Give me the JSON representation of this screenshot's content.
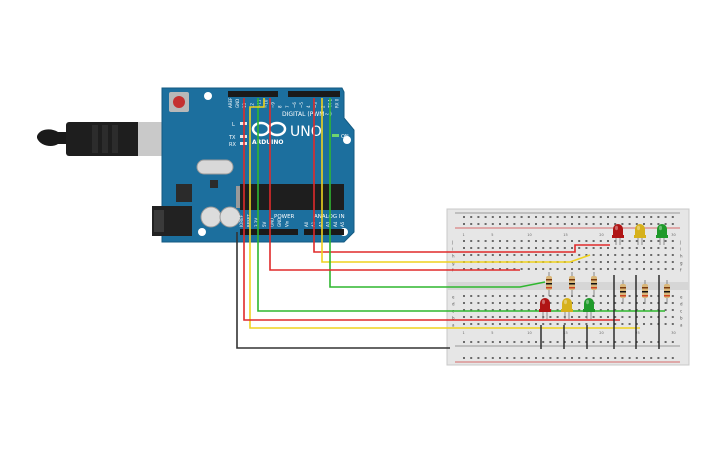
{
  "board": {
    "uno_text": "UNO",
    "brand_text": "ARDUINO",
    "digital_label": "DIGITAL (PWM~)",
    "power_label": "POWER",
    "analog_label": "ANALOG IN",
    "on_label": "ON",
    "led_labels": [
      "L",
      "TX",
      "RX"
    ],
    "digital_pins": [
      "AREF",
      "GND",
      "13",
      "12",
      "~11",
      "~10",
      "~9",
      "8",
      "7",
      "~6",
      "~5",
      "4",
      "~3",
      "2",
      "TX 1",
      "RX 0"
    ],
    "power_pins": [
      "IOREF",
      "RESET",
      "3.3V",
      "5V",
      "GND",
      "GND",
      "Vin"
    ],
    "analog_pins": [
      "A0",
      "A1",
      "A2",
      "A3",
      "A4",
      "A5"
    ]
  },
  "breadboard": {
    "row_letters_top": [
      "j",
      "i",
      "h",
      "g",
      "f"
    ],
    "row_letters_bottom": [
      "e",
      "d",
      "c",
      "b",
      "a"
    ],
    "column_numbers": [
      "1",
      "5",
      "10",
      "15",
      "20",
      "25",
      "30"
    ]
  },
  "components": {
    "leds_top": [
      {
        "name": "led-red-top",
        "color": "#b01515"
      },
      {
        "name": "led-yellow-top",
        "color": "#d6b11c"
      },
      {
        "name": "led-green-top",
        "color": "#1f9a2a"
      }
    ],
    "leds_bottom": [
      {
        "name": "led-red-bottom",
        "color": "#b01515"
      },
      {
        "name": "led-yellow-bottom",
        "color": "#d6b11c"
      },
      {
        "name": "led-green-bottom",
        "color": "#1f9a2a"
      }
    ]
  },
  "colors": {
    "board": "#1c6f9e",
    "wire_red": "#e02a2a",
    "wire_yellow": "#efd21e",
    "wire_green": "#2fb72f",
    "wire_black": "#333333"
  }
}
